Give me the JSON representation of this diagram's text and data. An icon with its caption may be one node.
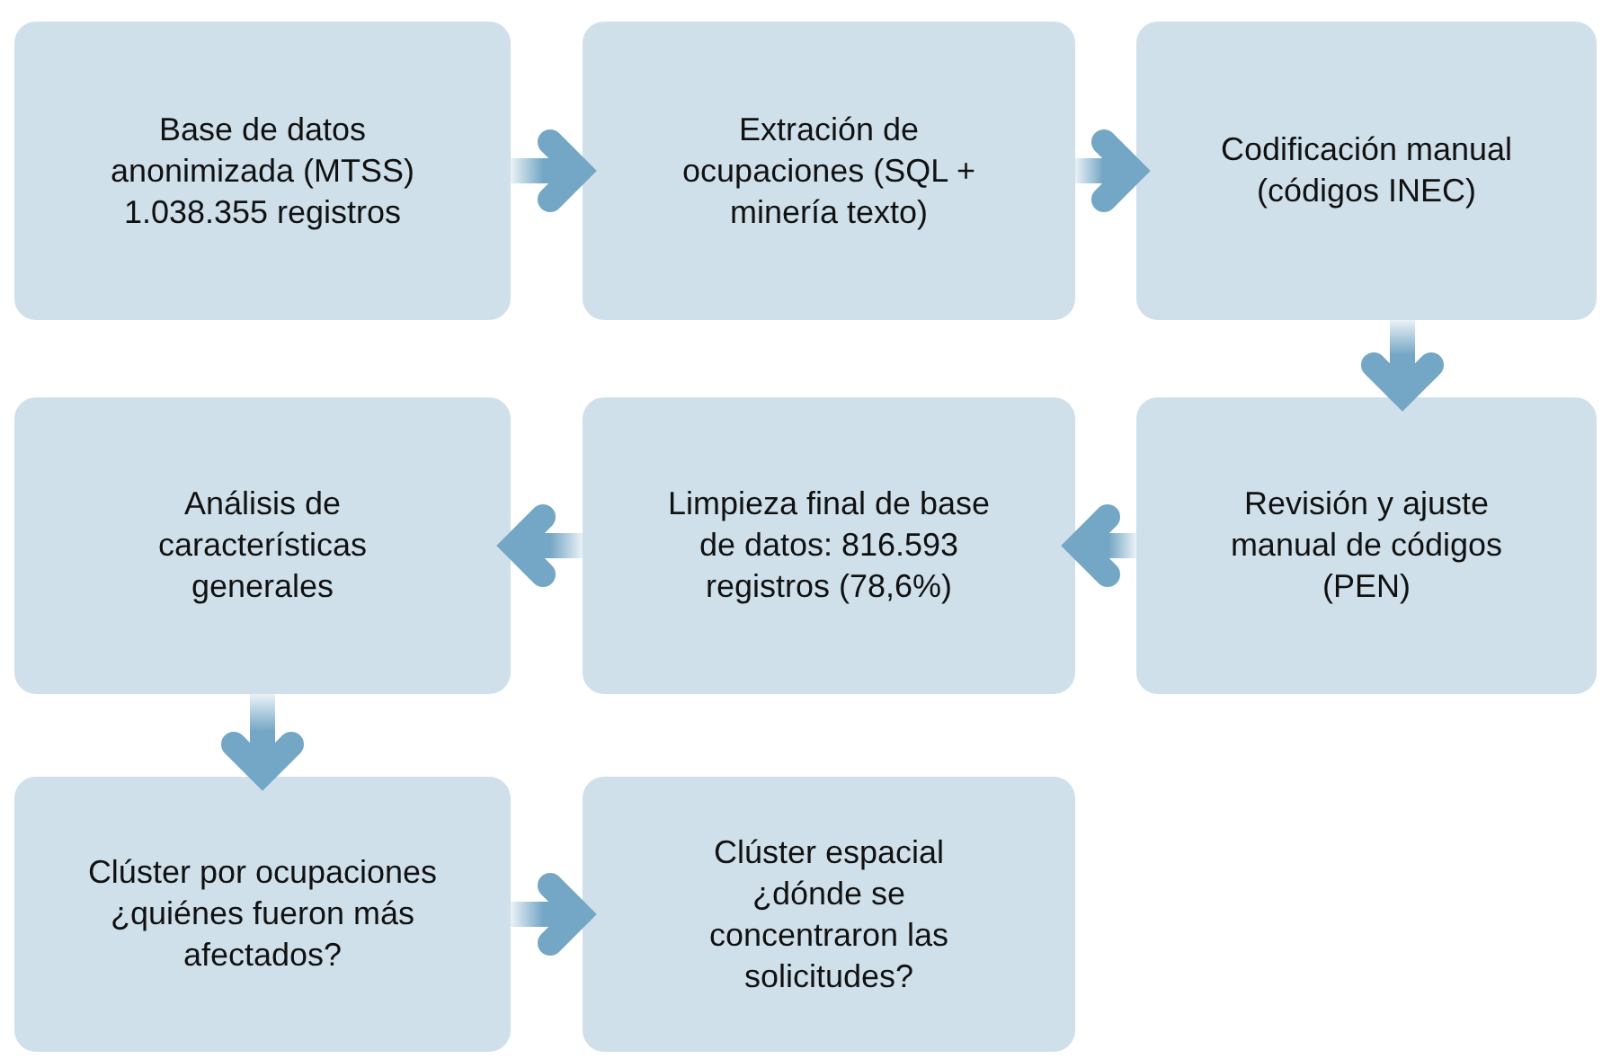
{
  "diagram": {
    "nodes": [
      {
        "text": [
          "Base de datos anonimizada (MTSS) 1.038.355 registros"
        ]
      },
      {
        "text": [
          "Extración de ocupaciones (SQL + minería texto)"
        ]
      },
      {
        "text": [
          "Codificación manual (códigos INEC)"
        ]
      },
      {
        "text": [
          "Análisis de características generales"
        ]
      },
      {
        "text": [
          "Limpieza final de base de datos: 816.593 registros (78,6%)"
        ]
      },
      {
        "text": [
          "Revisión y ajuste manual de códigos (PEN)"
        ]
      },
      {
        "text": [
          "Clúster por ocupaciones ¿quiénes fueron más afectados?"
        ]
      },
      {
        "text": [
          "Clúster espacial ¿dónde se concentraron las solicitudes?"
        ]
      }
    ],
    "edges": [
      {
        "from": 0,
        "to": 1,
        "arrow": "to"
      },
      {
        "from": 1,
        "to": 2,
        "arrow": "to"
      },
      {
        "from": 2,
        "to": 5,
        "arrow": "to"
      },
      {
        "from": 5,
        "to": 4,
        "arrow": "to"
      },
      {
        "from": 4,
        "to": 3,
        "arrow": "to"
      },
      {
        "from": 3,
        "to": 6,
        "arrow": "to"
      },
      {
        "from": 6,
        "to": 7,
        "arrow": "to"
      }
    ]
  }
}
